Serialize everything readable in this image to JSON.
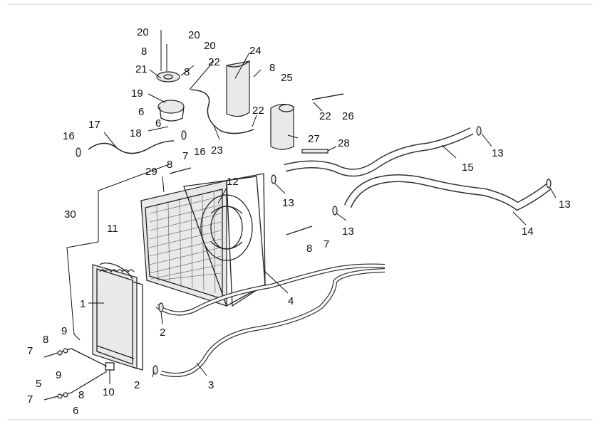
{
  "diagram": {
    "labels": [
      {
        "key": "l20a",
        "text": "20"
      },
      {
        "key": "l20b",
        "text": "20"
      },
      {
        "key": "l20c",
        "text": "20"
      },
      {
        "key": "l8a",
        "text": "8"
      },
      {
        "key": "l8b",
        "text": "8"
      },
      {
        "key": "l21",
        "text": "21"
      },
      {
        "key": "l24",
        "text": "24"
      },
      {
        "key": "l22a",
        "text": "22"
      },
      {
        "key": "l8c",
        "text": "8"
      },
      {
        "key": "l25",
        "text": "25"
      },
      {
        "key": "l19",
        "text": "19"
      },
      {
        "key": "l6a",
        "text": "6"
      },
      {
        "key": "l6b",
        "text": "6"
      },
      {
        "key": "l18",
        "text": "18"
      },
      {
        "key": "l16a",
        "text": "16"
      },
      {
        "key": "l23",
        "text": "23"
      },
      {
        "key": "l22b",
        "text": "22"
      },
      {
        "key": "l22c",
        "text": "22"
      },
      {
        "key": "l26",
        "text": "26"
      },
      {
        "key": "l27",
        "text": "27"
      },
      {
        "key": "l28",
        "text": "28"
      },
      {
        "key": "l17",
        "text": "17"
      },
      {
        "key": "l16b",
        "text": "16"
      },
      {
        "key": "l13a",
        "text": "13"
      },
      {
        "key": "l15",
        "text": "15"
      },
      {
        "key": "l8d",
        "text": "8"
      },
      {
        "key": "l7a",
        "text": "7"
      },
      {
        "key": "l29",
        "text": "29"
      },
      {
        "key": "l12",
        "text": "12"
      },
      {
        "key": "l13b",
        "text": "13"
      },
      {
        "key": "l13c",
        "text": "13"
      },
      {
        "key": "l13d",
        "text": "13"
      },
      {
        "key": "l14",
        "text": "14"
      },
      {
        "key": "l30",
        "text": "30"
      },
      {
        "key": "l11",
        "text": "11"
      },
      {
        "key": "l8e",
        "text": "8"
      },
      {
        "key": "l7b",
        "text": "7"
      },
      {
        "key": "l1",
        "text": "1"
      },
      {
        "key": "l4",
        "text": "4"
      },
      {
        "key": "l2a",
        "text": "2"
      },
      {
        "key": "l9a",
        "text": "9"
      },
      {
        "key": "l8f",
        "text": "8"
      },
      {
        "key": "l7c",
        "text": "7"
      },
      {
        "key": "l9b",
        "text": "9"
      },
      {
        "key": "l10",
        "text": "10"
      },
      {
        "key": "l5",
        "text": "5"
      },
      {
        "key": "l8g",
        "text": "8"
      },
      {
        "key": "l7d",
        "text": "7"
      },
      {
        "key": "l6c",
        "text": "6"
      },
      {
        "key": "l2b",
        "text": "2"
      },
      {
        "key": "l3",
        "text": "3"
      }
    ]
  }
}
